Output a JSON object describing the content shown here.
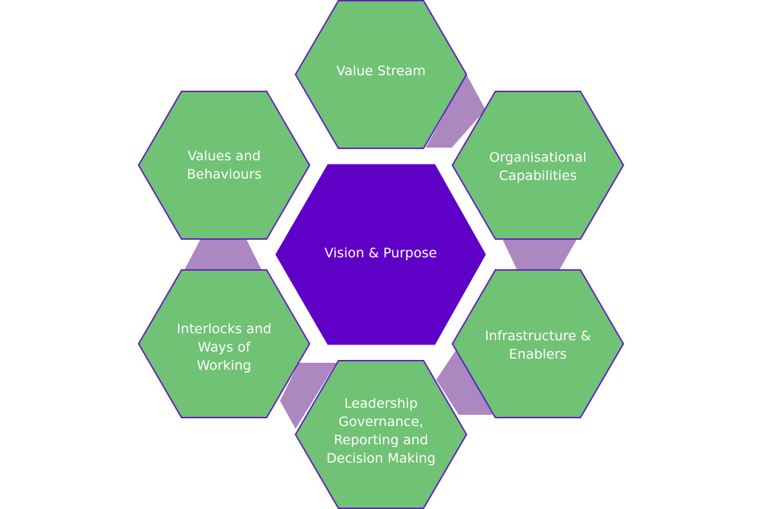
{
  "colors": {
    "outer_fill": "#70c274",
    "outer_stroke": "#5f1ec2",
    "center_fill": "#5f00c6",
    "connector": "#ab88c0",
    "text": "#ffffff"
  },
  "center": {
    "label": "Vision & Purpose"
  },
  "nodes": [
    {
      "label": "Value Stream"
    },
    {
      "label": "Organisational\nCapabilities"
    },
    {
      "label": "Infrastructure &\nEnablers"
    },
    {
      "label": "Leadership\nGovernance,\nReporting and\nDecision Making"
    },
    {
      "label": "Interlocks and\nWays of\nWorking"
    },
    {
      "label": "Values and\nBehaviours"
    }
  ]
}
